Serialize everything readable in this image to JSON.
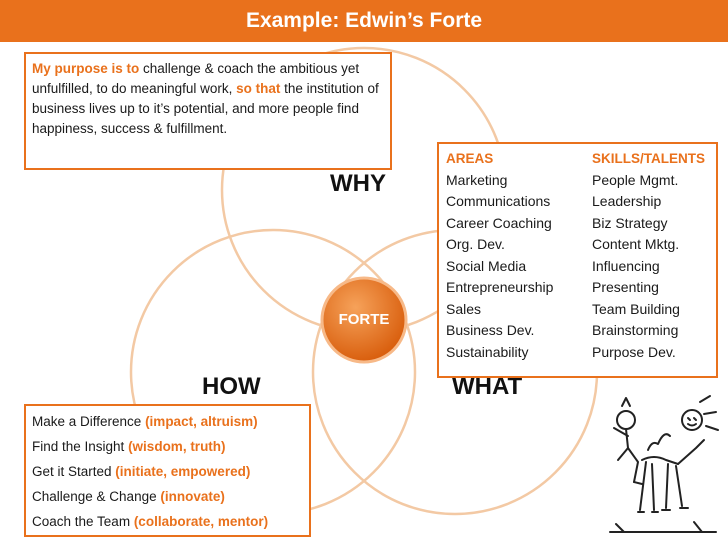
{
  "title": "Example: Edwin’s Forte",
  "purpose": {
    "prefix": "My purpose is to",
    "part1": " challenge & coach the ambitious yet unfulfilled, to do meaningful work, ",
    "connector": "so that",
    "part2": " the institution of business lives up to it’s potential, and more people find happiness, success & fulfillment."
  },
  "labels": {
    "why": "WHY",
    "how": "HOW",
    "what": "WHAT",
    "center": "FORTE"
  },
  "areas": {
    "header": "AREAS",
    "items": [
      "Marketing",
      "Communications",
      "Career Coaching",
      "Org. Dev.",
      "Social Media",
      "Entrepreneurship",
      "Sales",
      "Business Dev.",
      "Sustainability"
    ]
  },
  "skills": {
    "header": "SKILLS/TALENTS",
    "items": [
      "People Mgmt.",
      "Leadership",
      "Biz Strategy",
      "Content Mktg.",
      "Influencing",
      "Presenting",
      "Team Building",
      "Brainstorming",
      "Purpose Dev."
    ]
  },
  "how": [
    {
      "text": "Make a Difference ",
      "note": "(impact, altruism)"
    },
    {
      "text": "Find the Insight ",
      "note": "(wisdom, truth)"
    },
    {
      "text": "Get it Started ",
      "note": "(initiate, empowered)"
    },
    {
      "text": "Challenge & Change ",
      "note": "(innovate)"
    },
    {
      "text": "Coach the Team ",
      "note": "(collaborate, mentor)"
    }
  ],
  "colors": {
    "accent": "#e9711c",
    "circle_stroke": "#f3c9a4"
  },
  "icons": {
    "illustration": "don-quixote-sketch-icon"
  }
}
